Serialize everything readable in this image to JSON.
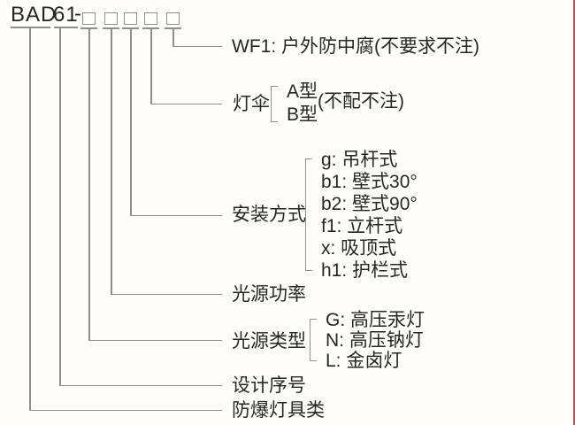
{
  "model": {
    "prefix": "BAD",
    "series": "61",
    "separator": "-"
  },
  "sections": {
    "anticorrosion": {
      "text": "WF1: 户外防中腐(不要求不注)"
    },
    "lampshade": {
      "label": "灯伞",
      "options": [
        "A型",
        "B型"
      ],
      "note": "(不配不注)"
    },
    "mounting": {
      "label": "安装方式",
      "options": [
        "g: 吊杆式",
        "b1: 壁式30°",
        "b2: 壁式90°",
        "f1: 立杆式",
        "x: 吸顶式",
        "h1: 护栏式"
      ]
    },
    "power": {
      "label": "光源功率"
    },
    "light_source": {
      "label": "光源类型",
      "options": [
        "G: 高压汞灯",
        "N: 高压钠灯",
        "L: 金卤灯"
      ]
    },
    "design": {
      "label": "设计序号"
    },
    "category": {
      "label": "防爆灯具类"
    }
  },
  "colors": {
    "accent": "#C0504D",
    "line": "#8F8F8F",
    "text": "#262626",
    "background": "#FFFEFB"
  }
}
